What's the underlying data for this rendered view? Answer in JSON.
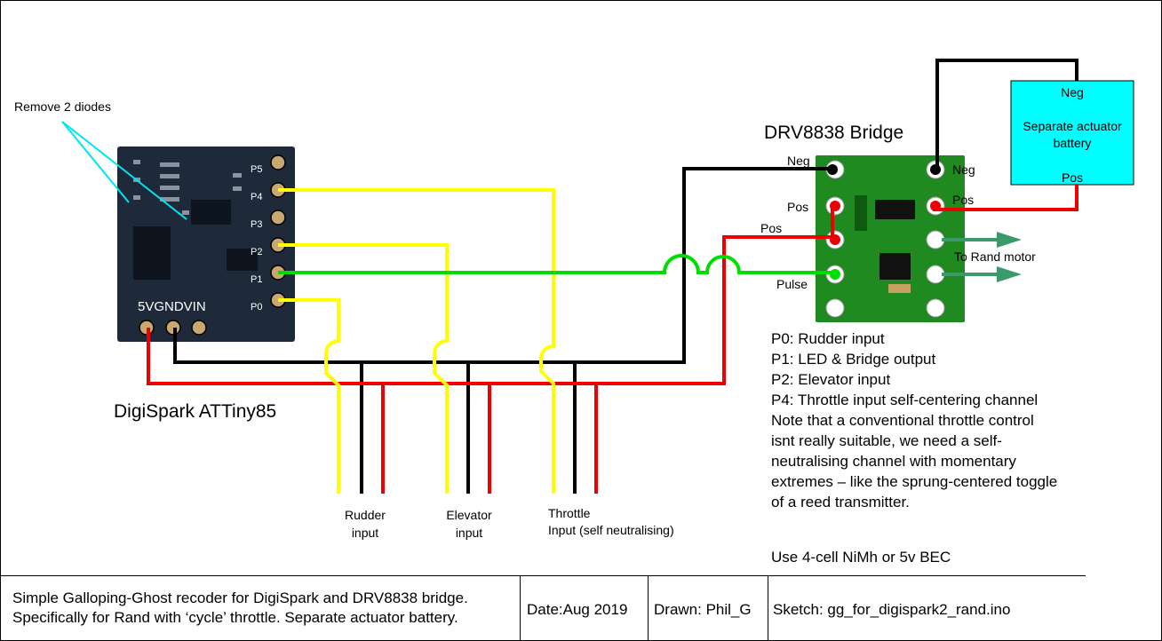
{
  "digispark": {
    "title": "DigiSpark ATTiny85",
    "note": "Remove 2 diodes",
    "pins": [
      "P5",
      "P4",
      "P3",
      "P2",
      "P1",
      "P0"
    ],
    "power_pins": "5VGNDVIN"
  },
  "bridge": {
    "title": "DRV8838 Bridge",
    "labels": {
      "neg_left": "Neg",
      "neg_right": "Neg",
      "pos_left": "Pos",
      "pos_in": "Pos",
      "pos_right": "Pos",
      "pulse": "Pulse"
    },
    "motor_label": "To Rand motor"
  },
  "battery": {
    "neg": "Neg",
    "title_line1": "Separate actuator",
    "title_line2": "battery",
    "pos": "Pos"
  },
  "inputs": {
    "rudder": [
      "Rudder",
      "input"
    ],
    "elevator": [
      "Elevator",
      "input"
    ],
    "throttle": [
      "Throttle",
      "Input (self neutralising)"
    ]
  },
  "notes": [
    "P0:  Rudder input",
    "P1:  LED & Bridge output",
    "P2:  Elevator input",
    "P4: Throttle input self-centering channel",
    "Note that a conventional throttle control",
    "isnt really suitable, we need a self-",
    "neutralising channel with momentary",
    "extremes – like the sprung-centered toggle",
    "of a reed transmitter."
  ],
  "power_note": "Use 4-cell NiMh or 5v BEC",
  "title_block": {
    "description_line1": "Simple Galloping-Ghost recoder for DigiSpark and DRV8838 bridge.",
    "description_line2": "Specifically for Rand with ‘cycle’ throttle. Separate actuator battery.",
    "date": "Date:Aug 2019",
    "drawn": "Drawn: Phil_G",
    "sketch": "Sketch: gg_for_digispark2_rand.ino"
  },
  "colors": {
    "signal_wire": "#ffff00",
    "led_wire": "#00dd00",
    "ground_wire": "#000000",
    "positive_wire": "#ee0000",
    "motor_arrow": "#3a9a6a",
    "battery_fill": "#00ffff",
    "bridge_board": "#1f8a1f",
    "digispark_board": "#1e2a3a",
    "annotation_line": "#00e5ee"
  }
}
